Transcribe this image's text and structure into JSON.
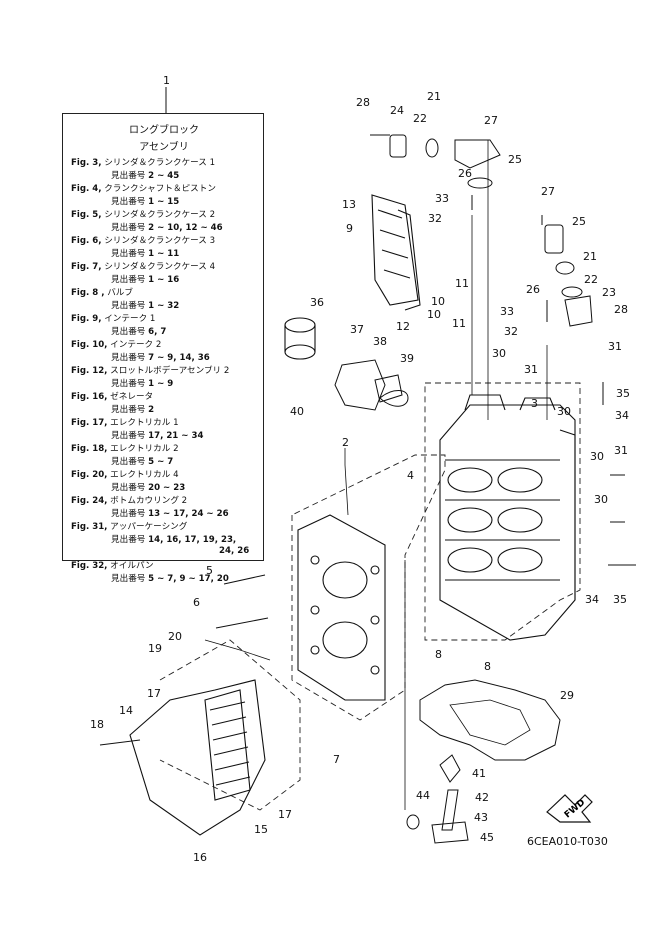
{
  "legend": {
    "callout": "1",
    "title_line1": "ロングブロック",
    "title_line2": "アセンブリ",
    "refs": [
      {
        "fig": "Fig. 3,",
        "name": "シリンダ＆クランクケース 1",
        "prefix": "見出番号",
        "nums": "2 ~ 45",
        "extra": ""
      },
      {
        "fig": "Fig. 4,",
        "name": "クランクシャフト＆ピストン",
        "prefix": "見出番号",
        "nums": "1 ~ 15",
        "extra": ""
      },
      {
        "fig": "Fig. 5,",
        "name": "シリンダ＆クランクケース 2",
        "prefix": "見出番号",
        "nums": "2 ~ 10, 12 ~ 46",
        "extra": ""
      },
      {
        "fig": "Fig. 6,",
        "name": "シリンダ＆クランクケース 3",
        "prefix": "見出番号",
        "nums": "1 ~ 11",
        "extra": ""
      },
      {
        "fig": "Fig. 7,",
        "name": "シリンダ＆クランクケース 4",
        "prefix": "見出番号",
        "nums": "1 ~ 16",
        "extra": ""
      },
      {
        "fig": "Fig. 8 ,",
        "name": "バルブ",
        "prefix": "見出番号",
        "nums": "1 ~ 32",
        "extra": ""
      },
      {
        "fig": "Fig. 9,",
        "name": "インテーク 1",
        "prefix": "見出番号",
        "nums": "6, 7",
        "extra": ""
      },
      {
        "fig": "Fig. 10,",
        "name": "インテーク 2",
        "prefix": "見出番号",
        "nums": "7 ~ 9, 14, 36",
        "extra": ""
      },
      {
        "fig": "Fig. 12,",
        "name": "スロットルボデーアセンブリ 2",
        "prefix": "見出番号",
        "nums": "1 ~ 9",
        "extra": ""
      },
      {
        "fig": "Fig. 16,",
        "name": "ゼネレータ",
        "prefix": "見出番号",
        "nums": "2",
        "extra": ""
      },
      {
        "fig": "Fig. 17,",
        "name": "エレクトリカル 1",
        "prefix": "見出番号",
        "nums": "17, 21 ~ 34",
        "extra": ""
      },
      {
        "fig": "Fig. 18,",
        "name": "エレクトリカル 2",
        "prefix": "見出番号",
        "nums": "5 ~ 7",
        "extra": ""
      },
      {
        "fig": "Fig. 20,",
        "name": "エレクトリカル 4",
        "prefix": "見出番号",
        "nums": "20 ~ 23",
        "extra": ""
      },
      {
        "fig": "Fig. 24,",
        "name": "ボトムカウリング 2",
        "prefix": "見出番号",
        "nums": "13 ~ 17, 24 ~ 26",
        "extra": ""
      },
      {
        "fig": "Fig. 31,",
        "name": "アッパーケーシング",
        "prefix": "見出番号",
        "nums": "14, 16, 17, 19, 23,",
        "extra": "24, 26"
      },
      {
        "fig": "Fig. 32,",
        "name": "オイルパン",
        "prefix": "見出番号",
        "nums": "5 ~ 7, 9 ~ 17, 20",
        "extra": ""
      }
    ]
  },
  "parts": [
    "2",
    "3",
    "4",
    "5",
    "6",
    "7",
    "8",
    "8",
    "9",
    "10",
    "10",
    "11",
    "11",
    "12",
    "13",
    "14",
    "15",
    "16",
    "17",
    "17",
    "18",
    "19",
    "20",
    "21",
    "21",
    "22",
    "22",
    "23",
    "24",
    "25",
    "25",
    "26",
    "26",
    "27",
    "27",
    "28",
    "28",
    "29",
    "30",
    "30",
    "30",
    "30",
    "31",
    "31",
    "31",
    "32",
    "32",
    "33",
    "33",
    "34",
    "34",
    "35",
    "35",
    "36",
    "37",
    "38",
    "39",
    "40",
    "41",
    "42",
    "43",
    "44",
    "45"
  ],
  "fwd_label": "FWD",
  "drawing_code": "6CEA010-T030"
}
